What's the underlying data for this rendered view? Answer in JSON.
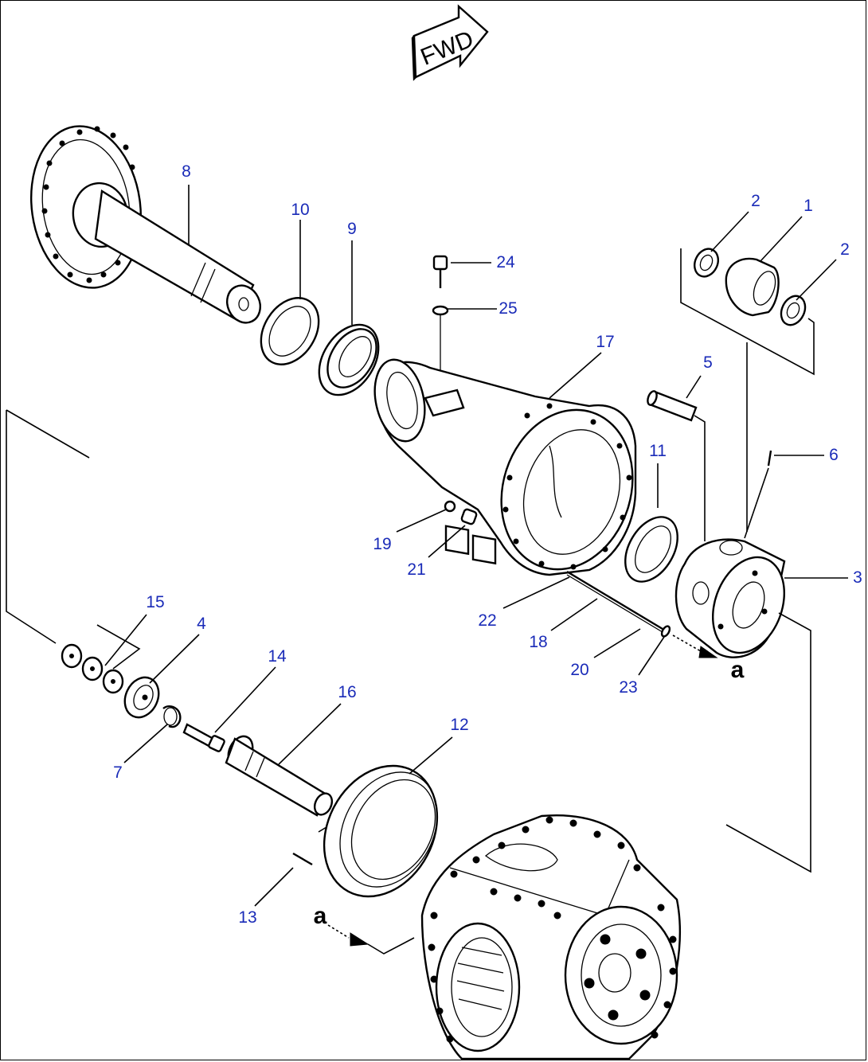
{
  "diagram": {
    "badge_text": "FWD",
    "ref_mark": "a",
    "text_color": "#000000",
    "callout_color": "#1a2bb8",
    "callouts": [
      {
        "id": "c1",
        "label": "1"
      },
      {
        "id": "c2a",
        "label": "2"
      },
      {
        "id": "c2b",
        "label": "2"
      },
      {
        "id": "c3",
        "label": "3"
      },
      {
        "id": "c4",
        "label": "4"
      },
      {
        "id": "c5",
        "label": "5"
      },
      {
        "id": "c6",
        "label": "6"
      },
      {
        "id": "c7",
        "label": "7"
      },
      {
        "id": "c8",
        "label": "8"
      },
      {
        "id": "c9",
        "label": "9"
      },
      {
        "id": "c10",
        "label": "10"
      },
      {
        "id": "c11",
        "label": "11"
      },
      {
        "id": "c12",
        "label": "12"
      },
      {
        "id": "c13",
        "label": "13"
      },
      {
        "id": "c14",
        "label": "14"
      },
      {
        "id": "c15",
        "label": "15"
      },
      {
        "id": "c16",
        "label": "16"
      },
      {
        "id": "c17",
        "label": "17"
      },
      {
        "id": "c18",
        "label": "18"
      },
      {
        "id": "c19",
        "label": "19"
      },
      {
        "id": "c20",
        "label": "20"
      },
      {
        "id": "c21",
        "label": "21"
      },
      {
        "id": "c22",
        "label": "22"
      },
      {
        "id": "c23",
        "label": "23"
      },
      {
        "id": "c24",
        "label": "24"
      },
      {
        "id": "c25",
        "label": "25"
      }
    ]
  }
}
